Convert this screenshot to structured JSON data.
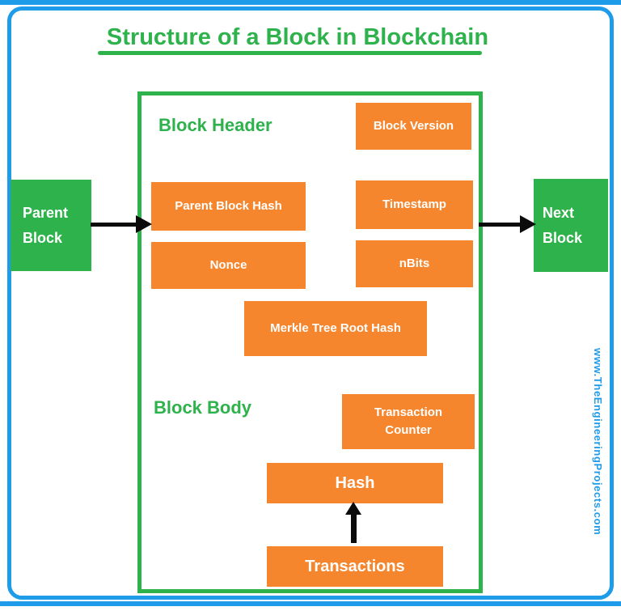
{
  "diagram": {
    "title": "Structure of a Block in Blockchain",
    "sections": {
      "header": "Block Header",
      "body": "Block Body"
    },
    "fields": {
      "block_version": "Block Version",
      "parent_block_hash": "Parent Block Hash",
      "timestamp": "Timestamp",
      "nonce": "Nonce",
      "nbits": "nBits",
      "merkle_root": "Merkle Tree Root Hash",
      "transaction_counter": "Transaction Counter",
      "hash": "Hash",
      "transactions": "Transactions"
    },
    "neighbors": {
      "parent": "Parent Block",
      "next": "Next Block"
    },
    "watermark": "www.TheEngineeringProjects.com"
  },
  "colors": {
    "green": "#2EB24C",
    "orange": "#F6862D",
    "blue": "#1E9BE9",
    "arrow": "#0B0B0B",
    "text-white": "#FFFFFF"
  }
}
